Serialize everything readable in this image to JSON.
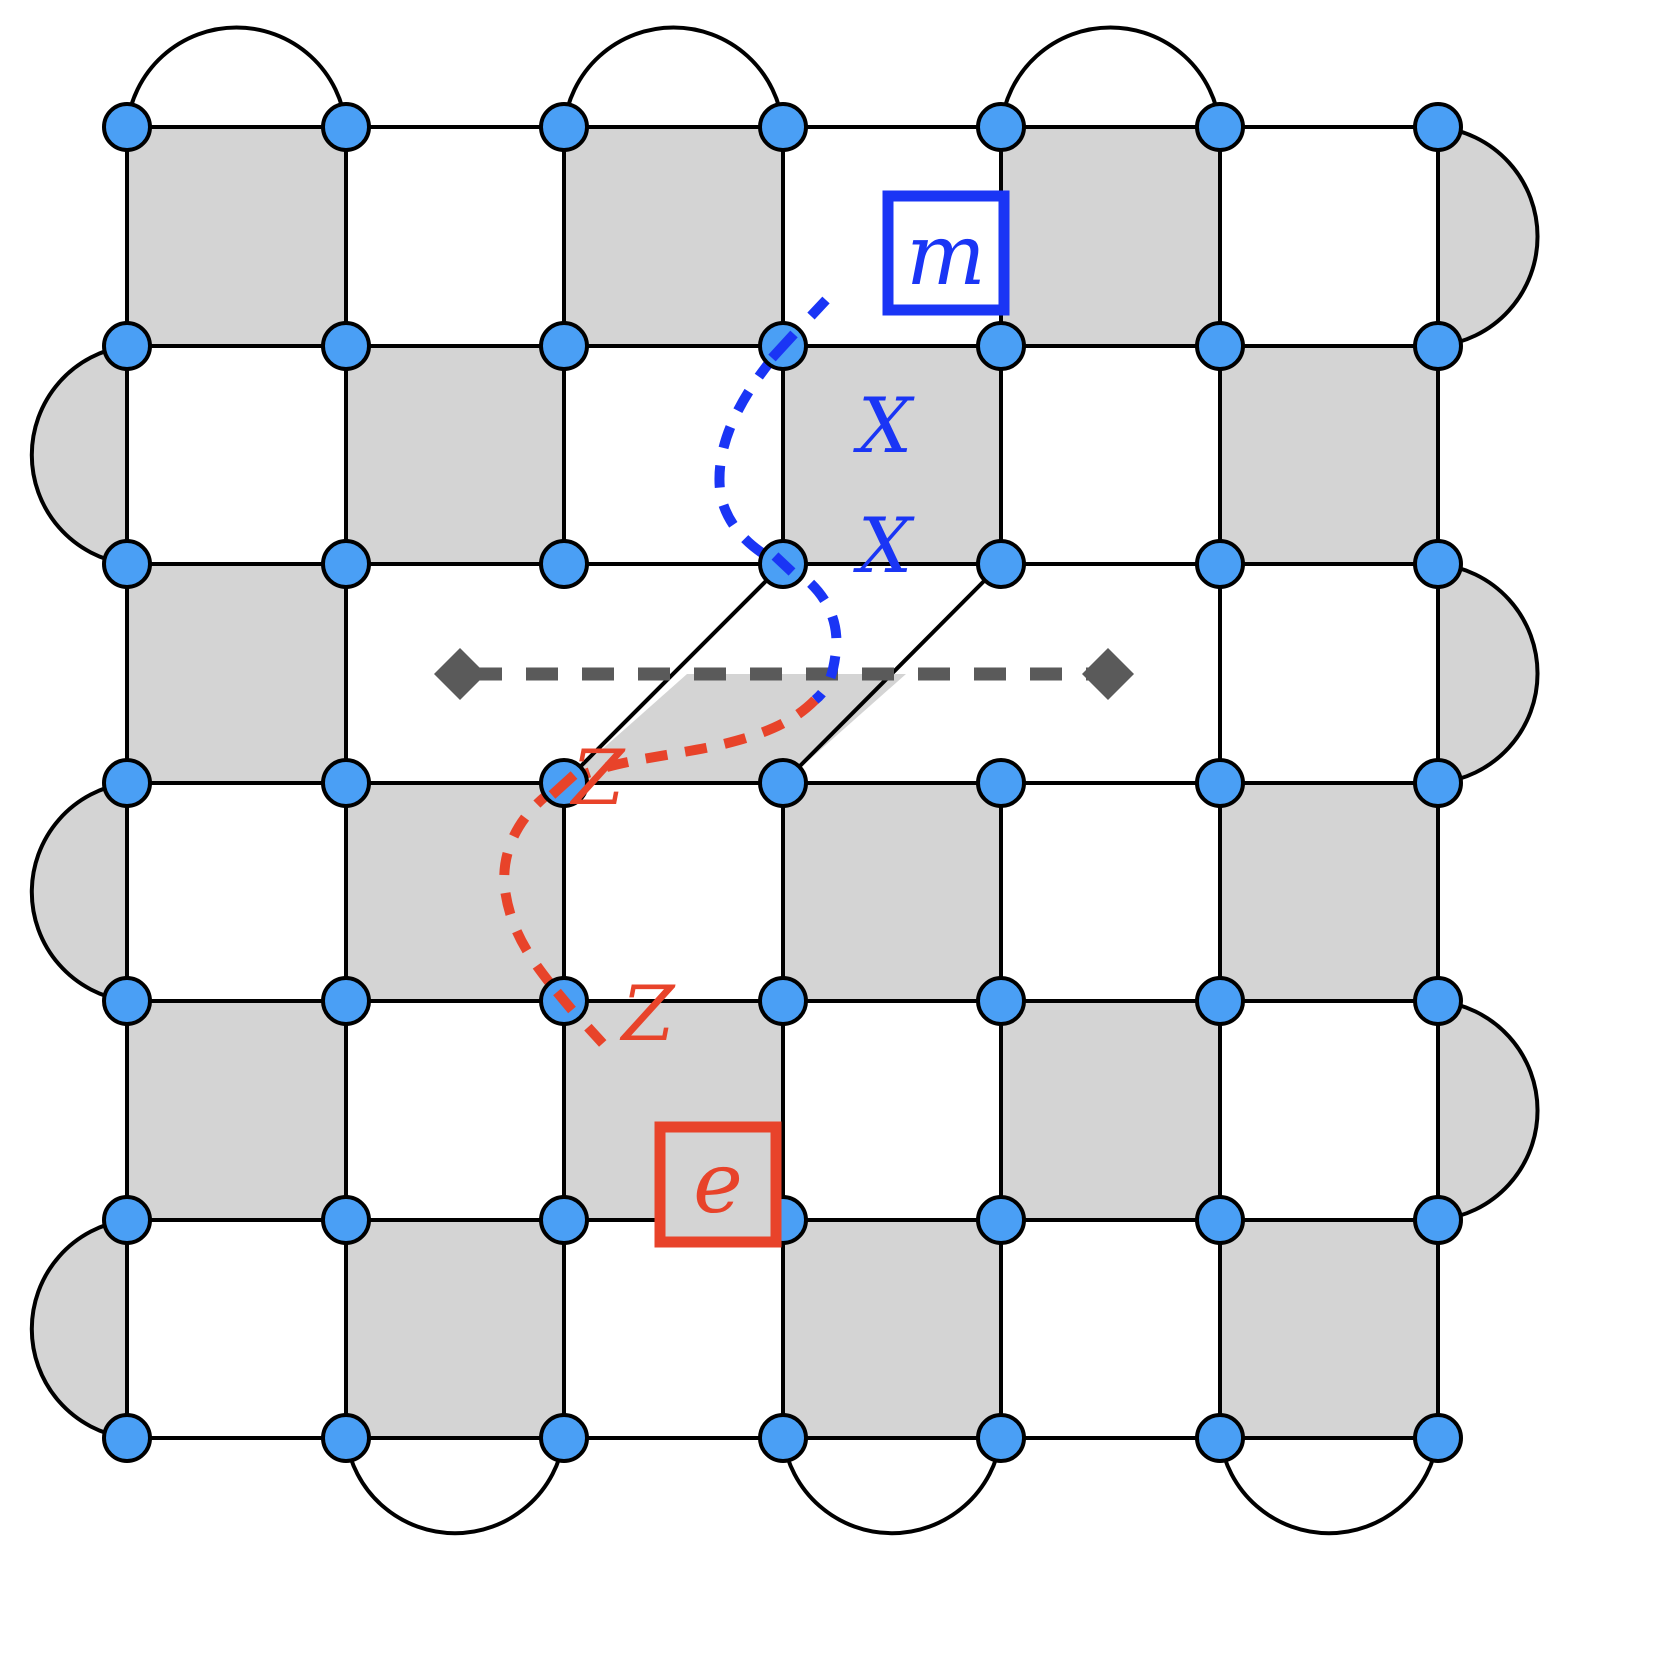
{
  "diagram": {
    "title": "Surface code lattice with e and m anyons and a domain wall (twist defects)",
    "grid": {
      "xs": [
        127,
        346,
        564,
        783,
        1001,
        1220,
        1438
      ],
      "ys": [
        127,
        346,
        564,
        783,
        1001,
        1220,
        1438
      ]
    },
    "colors": {
      "plaquette_gray": "#d4d4d4",
      "edge": "#000000",
      "qubit": "#4a9ff5",
      "m_anyon": "#1a35f5",
      "e_anyon": "#e8432a",
      "domain_wall": "#5a5a5a"
    },
    "labels": {
      "m_anyon": "m",
      "e_anyon": "e",
      "x_op_1": "X",
      "x_op_2": "X",
      "z_op_1": "Z",
      "z_op_2": "Z"
    }
  }
}
